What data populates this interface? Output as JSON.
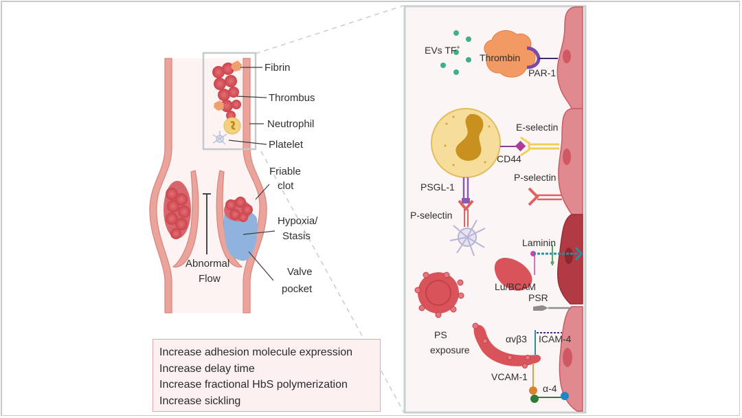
{
  "figure": {
    "left_panel": {
      "inset_labels": {
        "fibrin": "Fibrin",
        "thrombus": "Thrombus",
        "neutrophil": "Neutrophil",
        "platelet": "Platelet"
      },
      "vein_labels": {
        "friable_clot_line1": "Friable",
        "friable_clot_line2": "clot",
        "hypoxia_line1": "Hypoxia/",
        "hypoxia_line2": "Stasis",
        "abnormal_line1": "Abnormal",
        "abnormal_line2": "Flow",
        "valve_line1": "Valve",
        "valve_line2": "pocket"
      },
      "effects": [
        "Increase adhesion molecule  expression",
        "Increase delay time",
        "Increase fractional HbS polymerization",
        "Increase sickling"
      ]
    },
    "right_panel": {
      "labels": {
        "evs_tf": "EVs TF",
        "evs_tf_sup": "+",
        "thrombin": "Thrombin",
        "par1": "PAR-1",
        "e_selectin": "E-selectin",
        "cd44": "CD44",
        "p_selectin_endo": "P-selectin",
        "psgl1": "PSGL-1",
        "p_selectin_platelet": "P-selectin",
        "laminin": "Laminin",
        "lu_bcam": "Lu/BCAM",
        "psr": "PSR",
        "ps_line1": "PS",
        "ps_line2": "exposure",
        "avb3": "αvβ3",
        "icam4": "ICAM-4",
        "vcam1": "VCAM-1",
        "a4": "α-4"
      }
    },
    "colors": {
      "vessel_wall": "#eaa49c",
      "vessel_outline": "#d9837a",
      "rbc": "#d9545a",
      "neutrophil": "#f2d27e",
      "stasis_blue": "#8fb3dd",
      "endothelium": "#e08a8f",
      "endothelium_dark": "#b23a44",
      "panel_border": "#c8d0d2"
    }
  }
}
